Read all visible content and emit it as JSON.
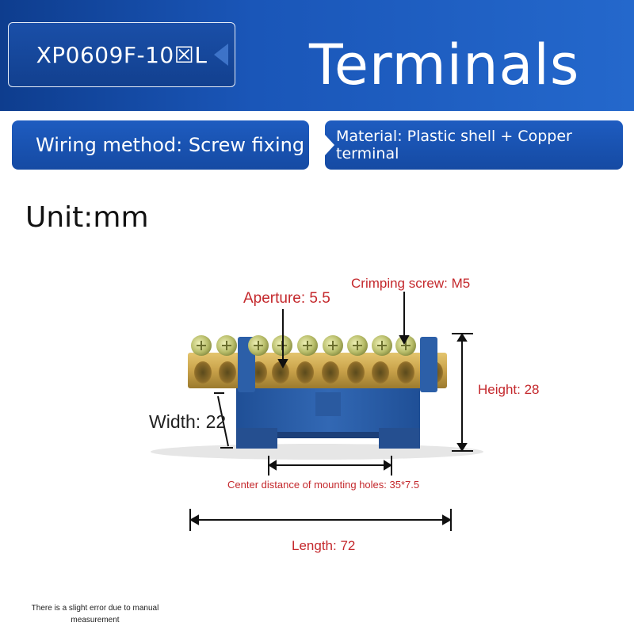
{
  "header": {
    "model": "XP0609F-10☒L",
    "title": "Terminals"
  },
  "specs": {
    "wiring": "Wiring method: Screw fixing",
    "material": "Material: Plastic shell + Copper terminal"
  },
  "unit_label": "Unit:mm",
  "annotations": {
    "crimping_screw": "Crimping screw: M5",
    "aperture": "Aperture: 5.5",
    "height": "Height: 28",
    "width": "Width: 22",
    "center_distance": "Center distance of mounting holes: 35*7.5",
    "length": "Length: 72"
  },
  "note": "There is a slight error due to manual measurement",
  "colors": {
    "header_blue": "#1a56b8",
    "annotation_red": "#c4282c",
    "brass": "#c9a24a",
    "plastic_blue": "#2c5fa8"
  }
}
